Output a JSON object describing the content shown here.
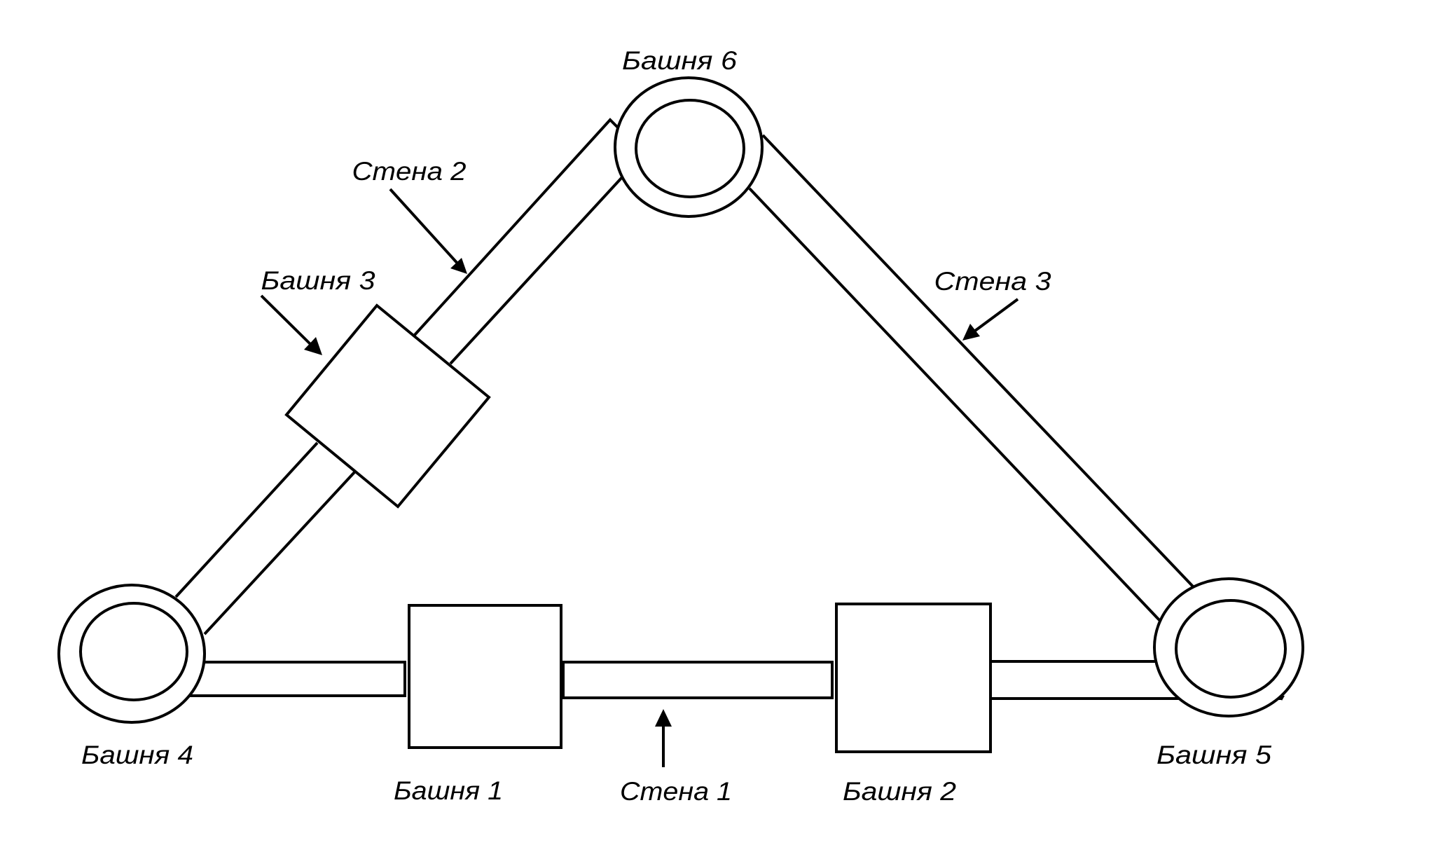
{
  "diagram": {
    "title": "",
    "colors": {
      "stroke": "#000000",
      "background": "#ffffff"
    },
    "towers": [
      {
        "id": "tower-1",
        "label": "Башня 1",
        "shape": "square"
      },
      {
        "id": "tower-2",
        "label": "Башня 2",
        "shape": "square"
      },
      {
        "id": "tower-3",
        "label": "Башня 3",
        "shape": "diamond"
      },
      {
        "id": "tower-4",
        "label": "Башня 4",
        "shape": "ring"
      },
      {
        "id": "tower-5",
        "label": "Башня 5",
        "shape": "ring"
      },
      {
        "id": "tower-6",
        "label": "Башня 6",
        "shape": "ring"
      }
    ],
    "walls": [
      {
        "id": "wall-1",
        "label": "Стена 1",
        "connects": [
          "Башня 4",
          "Башня 1",
          "Башня 2",
          "Башня 5"
        ]
      },
      {
        "id": "wall-2",
        "label": "Стена 2",
        "connects": [
          "Башня 4",
          "Башня 3",
          "Башня 6"
        ]
      },
      {
        "id": "wall-3",
        "label": "Стена 3",
        "connects": [
          "Башня 6",
          "Башня 5"
        ]
      }
    ]
  }
}
